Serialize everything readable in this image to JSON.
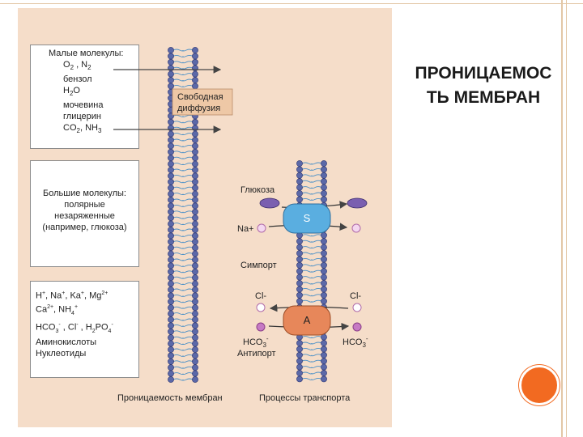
{
  "slide": {
    "title_line1": "ПРОНИЦАЕМОС",
    "title_line2": "ТЬ МЕМБРАН"
  },
  "small_molecules": {
    "heading": "Малые молекулы:",
    "items": [
      "O2 , N2",
      "бензол",
      "H2O",
      "мочевина",
      "глицерин",
      "CO2, NH3"
    ]
  },
  "free_diffusion_label": [
    "Свободная",
    "диффузия"
  ],
  "large_molecules": {
    "lines": [
      "Большие молекулы:",
      "полярные",
      "незаряженные",
      "(например, глюкоза)"
    ]
  },
  "ions": {
    "lines": [
      "H+, Na+, Ka+, Mg2+",
      "Ca2+, NH4+",
      "HCO3-, Cl-, H2PO4-",
      "Аминокислоты",
      "Нуклеотиды"
    ]
  },
  "transport": {
    "glucose": "Глюкоза",
    "sodium": "Na+",
    "symport_carrier": "S",
    "symport": "Симпорт",
    "chloride_left": "Cl-",
    "chloride_right": "Cl-",
    "antiport_carrier": "A",
    "bicarbonate_left": "HCO3-",
    "bicarbonate_right": "HCO3-",
    "antiport": "Антипорт"
  },
  "captions": {
    "left": "Проницаемость мембран",
    "right": "Процессы транспорта"
  },
  "colors": {
    "figure_bg": "#f5ddc9",
    "lipid_head": "#5b68a8",
    "tail": "#4a90c8",
    "symport_carrier": "#5aaee0",
    "antiport_carrier": "#e7875a",
    "glucose_molecule": "#7a5fb0",
    "ion_circle": "#c67ac4",
    "accent_dot": "#f26a21"
  }
}
